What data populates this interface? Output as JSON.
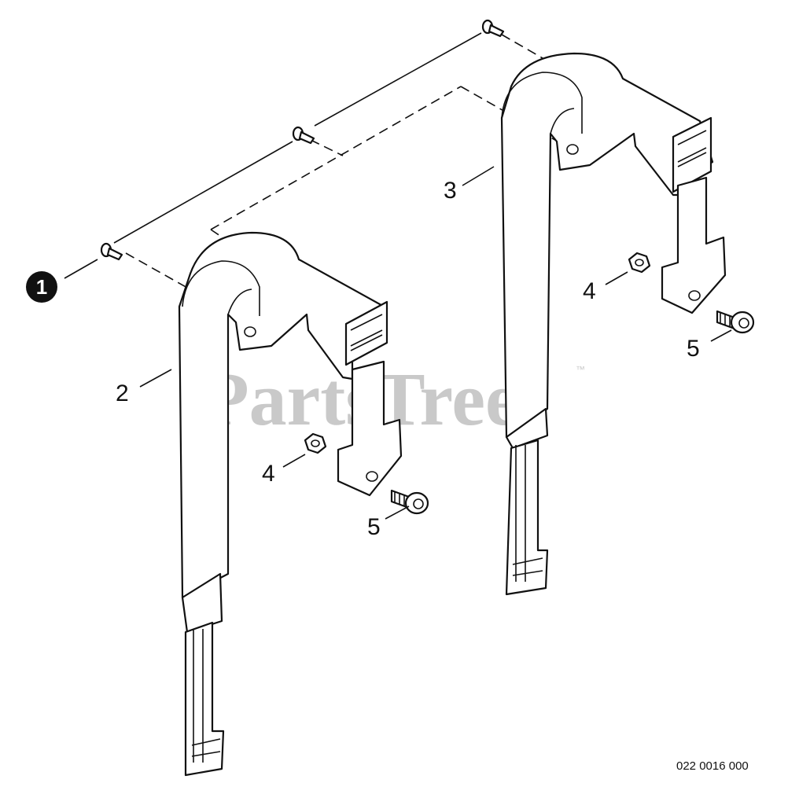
{
  "watermark": {
    "text": "PartsTree",
    "trademark": "™"
  },
  "reference_number": "022 0016 000",
  "badge": {
    "label": "1"
  },
  "callouts": [
    {
      "id": "callout-2",
      "label": "2"
    },
    {
      "id": "callout-3",
      "label": "3"
    },
    {
      "id": "callout-4-left",
      "label": "4"
    },
    {
      "id": "callout-5-left",
      "label": "5"
    },
    {
      "id": "callout-4-right",
      "label": "4"
    },
    {
      "id": "callout-5-right",
      "label": "5"
    }
  ],
  "colors": {
    "line": "#111111",
    "watermark": "#c9c9c9",
    "background": "#ffffff"
  }
}
